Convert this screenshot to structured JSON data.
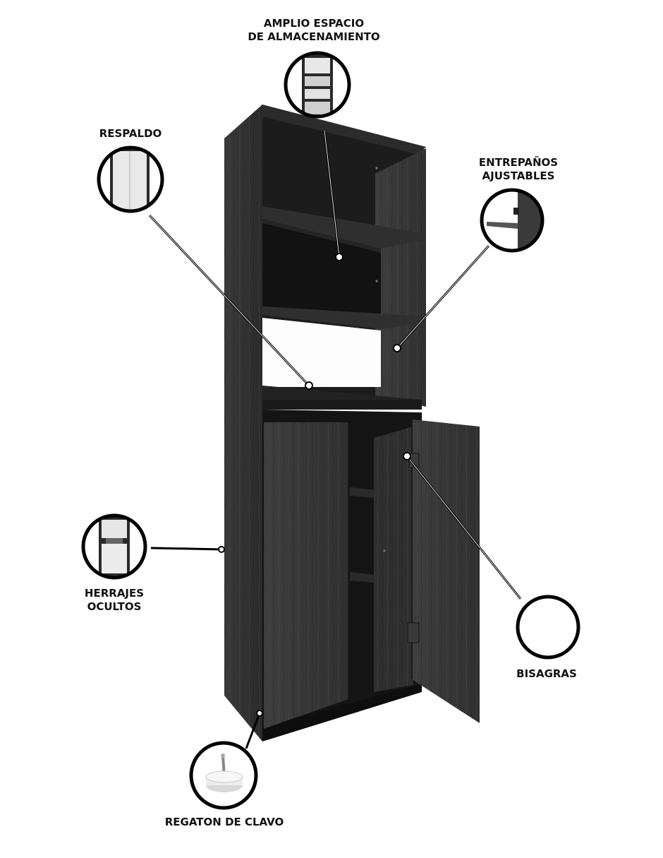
{
  "callouts": {
    "storage": {
      "line1": "AMPLIO ESPACIO",
      "line2": "DE ALMACENAMIENTO"
    },
    "back": {
      "line1": "RESPALDO"
    },
    "shelves": {
      "line1": "ENTREPAÑOS",
      "line2": "AJUSTABLES"
    },
    "hardware": {
      "line1": "HERRAJES",
      "line2": "OCULTOS"
    },
    "hinges": {
      "line1": "BISAGRAS"
    },
    "feet": {
      "line1": "REGATON DE CLAVO"
    }
  },
  "colors": {
    "wood_dark": "#2e2e2e",
    "wood_mid": "#3c3c3c",
    "interior": "#141414",
    "ring": "#000000",
    "background": "#ffffff"
  }
}
